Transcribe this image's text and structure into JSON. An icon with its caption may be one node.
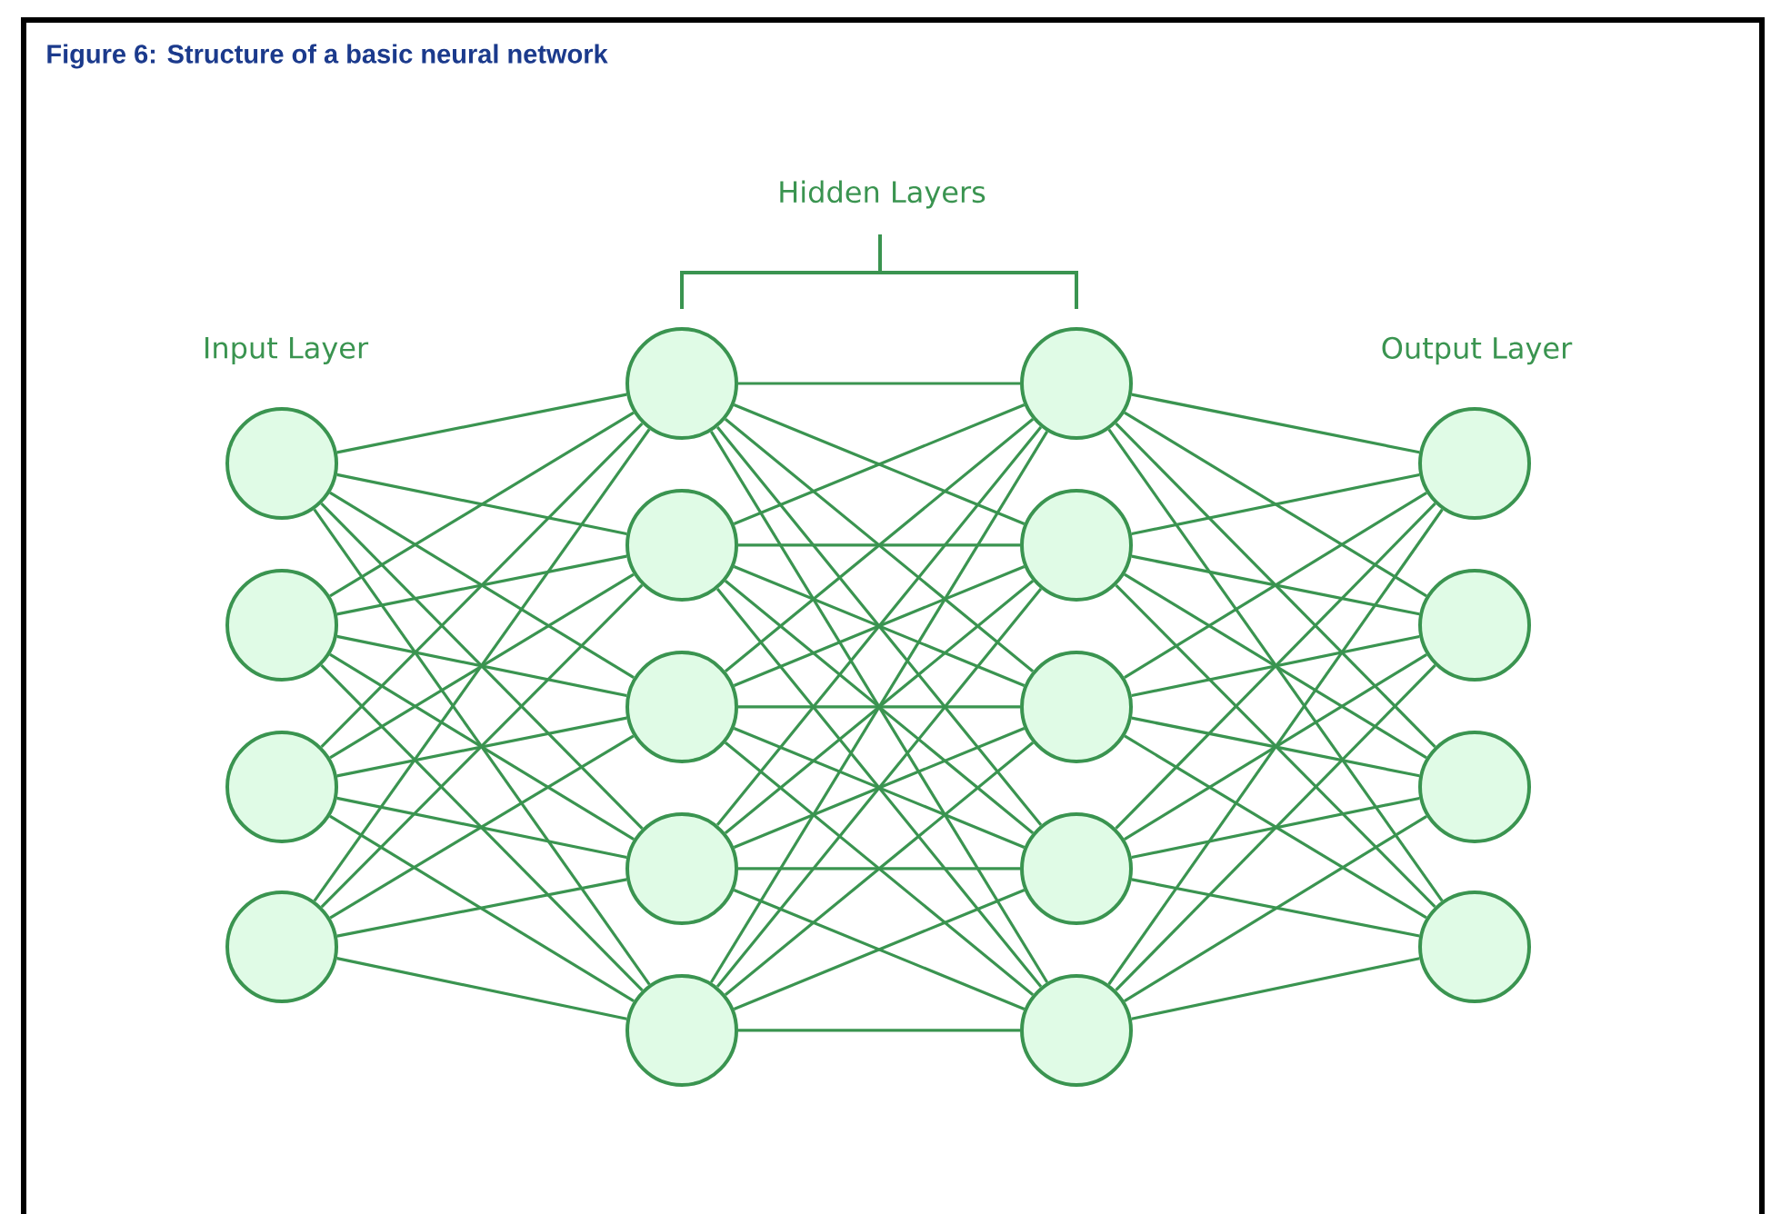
{
  "diagram": {
    "title": "Figure 6: Structure of a basic neural network",
    "nodes": [
      {
        "text": [],
        "shape": "circle"
      },
      {
        "text": [],
        "shape": "circle"
      },
      {
        "text": [],
        "shape": "circle"
      },
      {
        "text": [],
        "shape": "circle"
      },
      {
        "text": [],
        "shape": "circle"
      },
      {
        "text": [],
        "shape": "circle"
      },
      {
        "text": [],
        "shape": "circle"
      },
      {
        "text": [],
        "shape": "circle"
      },
      {
        "text": [],
        "shape": "circle"
      },
      {
        "text": [],
        "shape": "circle"
      },
      {
        "text": [],
        "shape": "circle"
      },
      {
        "text": [],
        "shape": "circle"
      },
      {
        "text": [],
        "shape": "circle"
      },
      {
        "text": [],
        "shape": "circle"
      },
      {
        "text": [],
        "shape": "circle"
      },
      {
        "text": [],
        "shape": "circle"
      },
      {
        "text": [],
        "shape": "circle"
      },
      {
        "text": [],
        "shape": "circle"
      }
    ],
    "edges": [
      {
        "from": 0,
        "to": 4,
        "arrow": "none"
      },
      {
        "from": 0,
        "to": 5,
        "arrow": "none"
      },
      {
        "from": 0,
        "to": 6,
        "arrow": "none"
      },
      {
        "from": 0,
        "to": 7,
        "arrow": "none"
      },
      {
        "from": 0,
        "to": 8,
        "arrow": "none"
      },
      {
        "from": 1,
        "to": 4,
        "arrow": "none"
      },
      {
        "from": 1,
        "to": 5,
        "arrow": "none"
      },
      {
        "from": 1,
        "to": 6,
        "arrow": "none"
      },
      {
        "from": 1,
        "to": 7,
        "arrow": "none"
      },
      {
        "from": 1,
        "to": 8,
        "arrow": "none"
      },
      {
        "from": 2,
        "to": 4,
        "arrow": "none"
      },
      {
        "from": 2,
        "to": 5,
        "arrow": "none"
      },
      {
        "from": 2,
        "to": 6,
        "arrow": "none"
      },
      {
        "from": 2,
        "to": 7,
        "arrow": "none"
      },
      {
        "from": 2,
        "to": 8,
        "arrow": "none"
      },
      {
        "from": 3,
        "to": 4,
        "arrow": "none"
      },
      {
        "from": 3,
        "to": 5,
        "arrow": "none"
      },
      {
        "from": 3,
        "to": 6,
        "arrow": "none"
      },
      {
        "from": 3,
        "to": 7,
        "arrow": "none"
      },
      {
        "from": 3,
        "to": 8,
        "arrow": "none"
      },
      {
        "from": 4,
        "to": 9,
        "arrow": "none"
      },
      {
        "from": 4,
        "to": 10,
        "arrow": "none"
      },
      {
        "from": 4,
        "to": 11,
        "arrow": "none"
      },
      {
        "from": 4,
        "to": 12,
        "arrow": "none"
      },
      {
        "from": 4,
        "to": 13,
        "arrow": "none"
      },
      {
        "from": 5,
        "to": 9,
        "arrow": "none"
      },
      {
        "from": 5,
        "to": 10,
        "arrow": "none"
      },
      {
        "from": 5,
        "to": 11,
        "arrow": "none"
      },
      {
        "from": 5,
        "to": 12,
        "arrow": "none"
      },
      {
        "from": 5,
        "to": 13,
        "arrow": "none"
      },
      {
        "from": 6,
        "to": 9,
        "arrow": "none"
      },
      {
        "from": 6,
        "to": 10,
        "arrow": "none"
      },
      {
        "from": 6,
        "to": 11,
        "arrow": "none"
      },
      {
        "from": 6,
        "to": 12,
        "arrow": "none"
      },
      {
        "from": 6,
        "to": 13,
        "arrow": "none"
      },
      {
        "from": 7,
        "to": 9,
        "arrow": "none"
      },
      {
        "from": 7,
        "to": 10,
        "arrow": "none"
      },
      {
        "from": 7,
        "to": 11,
        "arrow": "none"
      },
      {
        "from": 7,
        "to": 12,
        "arrow": "none"
      },
      {
        "from": 7,
        "to": 13,
        "arrow": "none"
      },
      {
        "from": 8,
        "to": 9,
        "arrow": "none"
      },
      {
        "from": 8,
        "to": 10,
        "arrow": "none"
      },
      {
        "from": 8,
        "to": 11,
        "arrow": "none"
      },
      {
        "from": 8,
        "to": 12,
        "arrow": "none"
      },
      {
        "from": 8,
        "to": 13,
        "arrow": "none"
      },
      {
        "from": 9,
        "to": 14,
        "arrow": "none"
      },
      {
        "from": 9,
        "to": 15,
        "arrow": "none"
      },
      {
        "from": 9,
        "to": 16,
        "arrow": "none"
      },
      {
        "from": 9,
        "to": 17,
        "arrow": "none"
      },
      {
        "from": 10,
        "to": 14,
        "arrow": "none"
      },
      {
        "from": 10,
        "to": 15,
        "arrow": "none"
      },
      {
        "from": 10,
        "to": 16,
        "arrow": "none"
      },
      {
        "from": 10,
        "to": 17,
        "arrow": "none"
      },
      {
        "from": 11,
        "to": 14,
        "arrow": "none"
      },
      {
        "from": 11,
        "to": 15,
        "arrow": "none"
      },
      {
        "from": 11,
        "to": 16,
        "arrow": "none"
      },
      {
        "from": 11,
        "to": 17,
        "arrow": "none"
      },
      {
        "from": 12,
        "to": 14,
        "arrow": "none"
      },
      {
        "from": 12,
        "to": 15,
        "arrow": "none"
      },
      {
        "from": 12,
        "to": 16,
        "arrow": "none"
      },
      {
        "from": 12,
        "to": 17,
        "arrow": "none"
      },
      {
        "from": 13,
        "to": 14,
        "arrow": "none"
      },
      {
        "from": 13,
        "to": 15,
        "arrow": "none"
      },
      {
        "from": 13,
        "to": 16,
        "arrow": "none"
      },
      {
        "from": 13,
        "to": 17,
        "arrow": "none"
      }
    ],
    "labels": [
      "Hidden Layers",
      "Input Layer",
      "Output Layer"
    ]
  }
}
